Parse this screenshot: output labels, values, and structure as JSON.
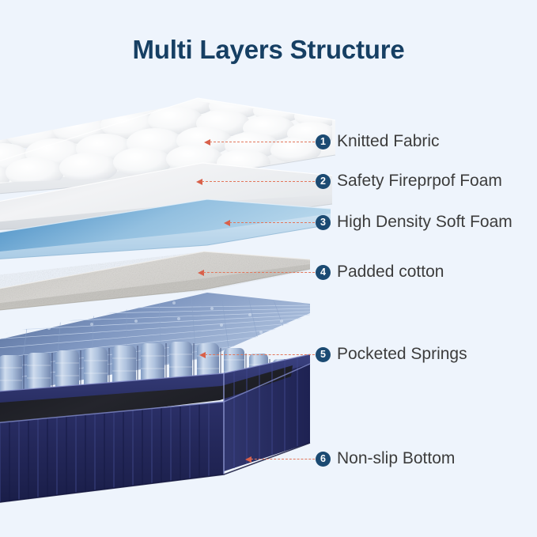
{
  "page": {
    "title": "Multi Layers Structure",
    "background_color": "#eef4fc",
    "title_color": "#163f63"
  },
  "style": {
    "badge_color": "#1b4a72",
    "badge_text_color": "#ffffff",
    "label_text_color": "#3c3c3c",
    "leader_line_color": "#e2775c"
  },
  "layers": [
    {
      "number": "1",
      "label": "Knitted Fabric",
      "material": "quilted-white-knit-fabric",
      "color": "#f4f5f6"
    },
    {
      "number": "2",
      "label": "Safety Fireprpof Foam",
      "material": "white-fireproof-foam-sheet",
      "color": "#e8e9eb"
    },
    {
      "number": "3",
      "label": "High Density Soft Foam",
      "material": "blue-high-density-foam",
      "color": "#8fbbde"
    },
    {
      "number": "4",
      "label": "Padded cotton",
      "material": "grey-felted-cotton-pad",
      "color": "#cdcbc6"
    },
    {
      "number": "5",
      "label": "Pocketed Springs",
      "material": "pocketed-coil-spring-grid",
      "color": "#9db3d4"
    },
    {
      "number": "6",
      "label": "Non-slip Bottom",
      "material": "navy-ribbed-non-slip-base",
      "color": "#262b5e"
    }
  ]
}
